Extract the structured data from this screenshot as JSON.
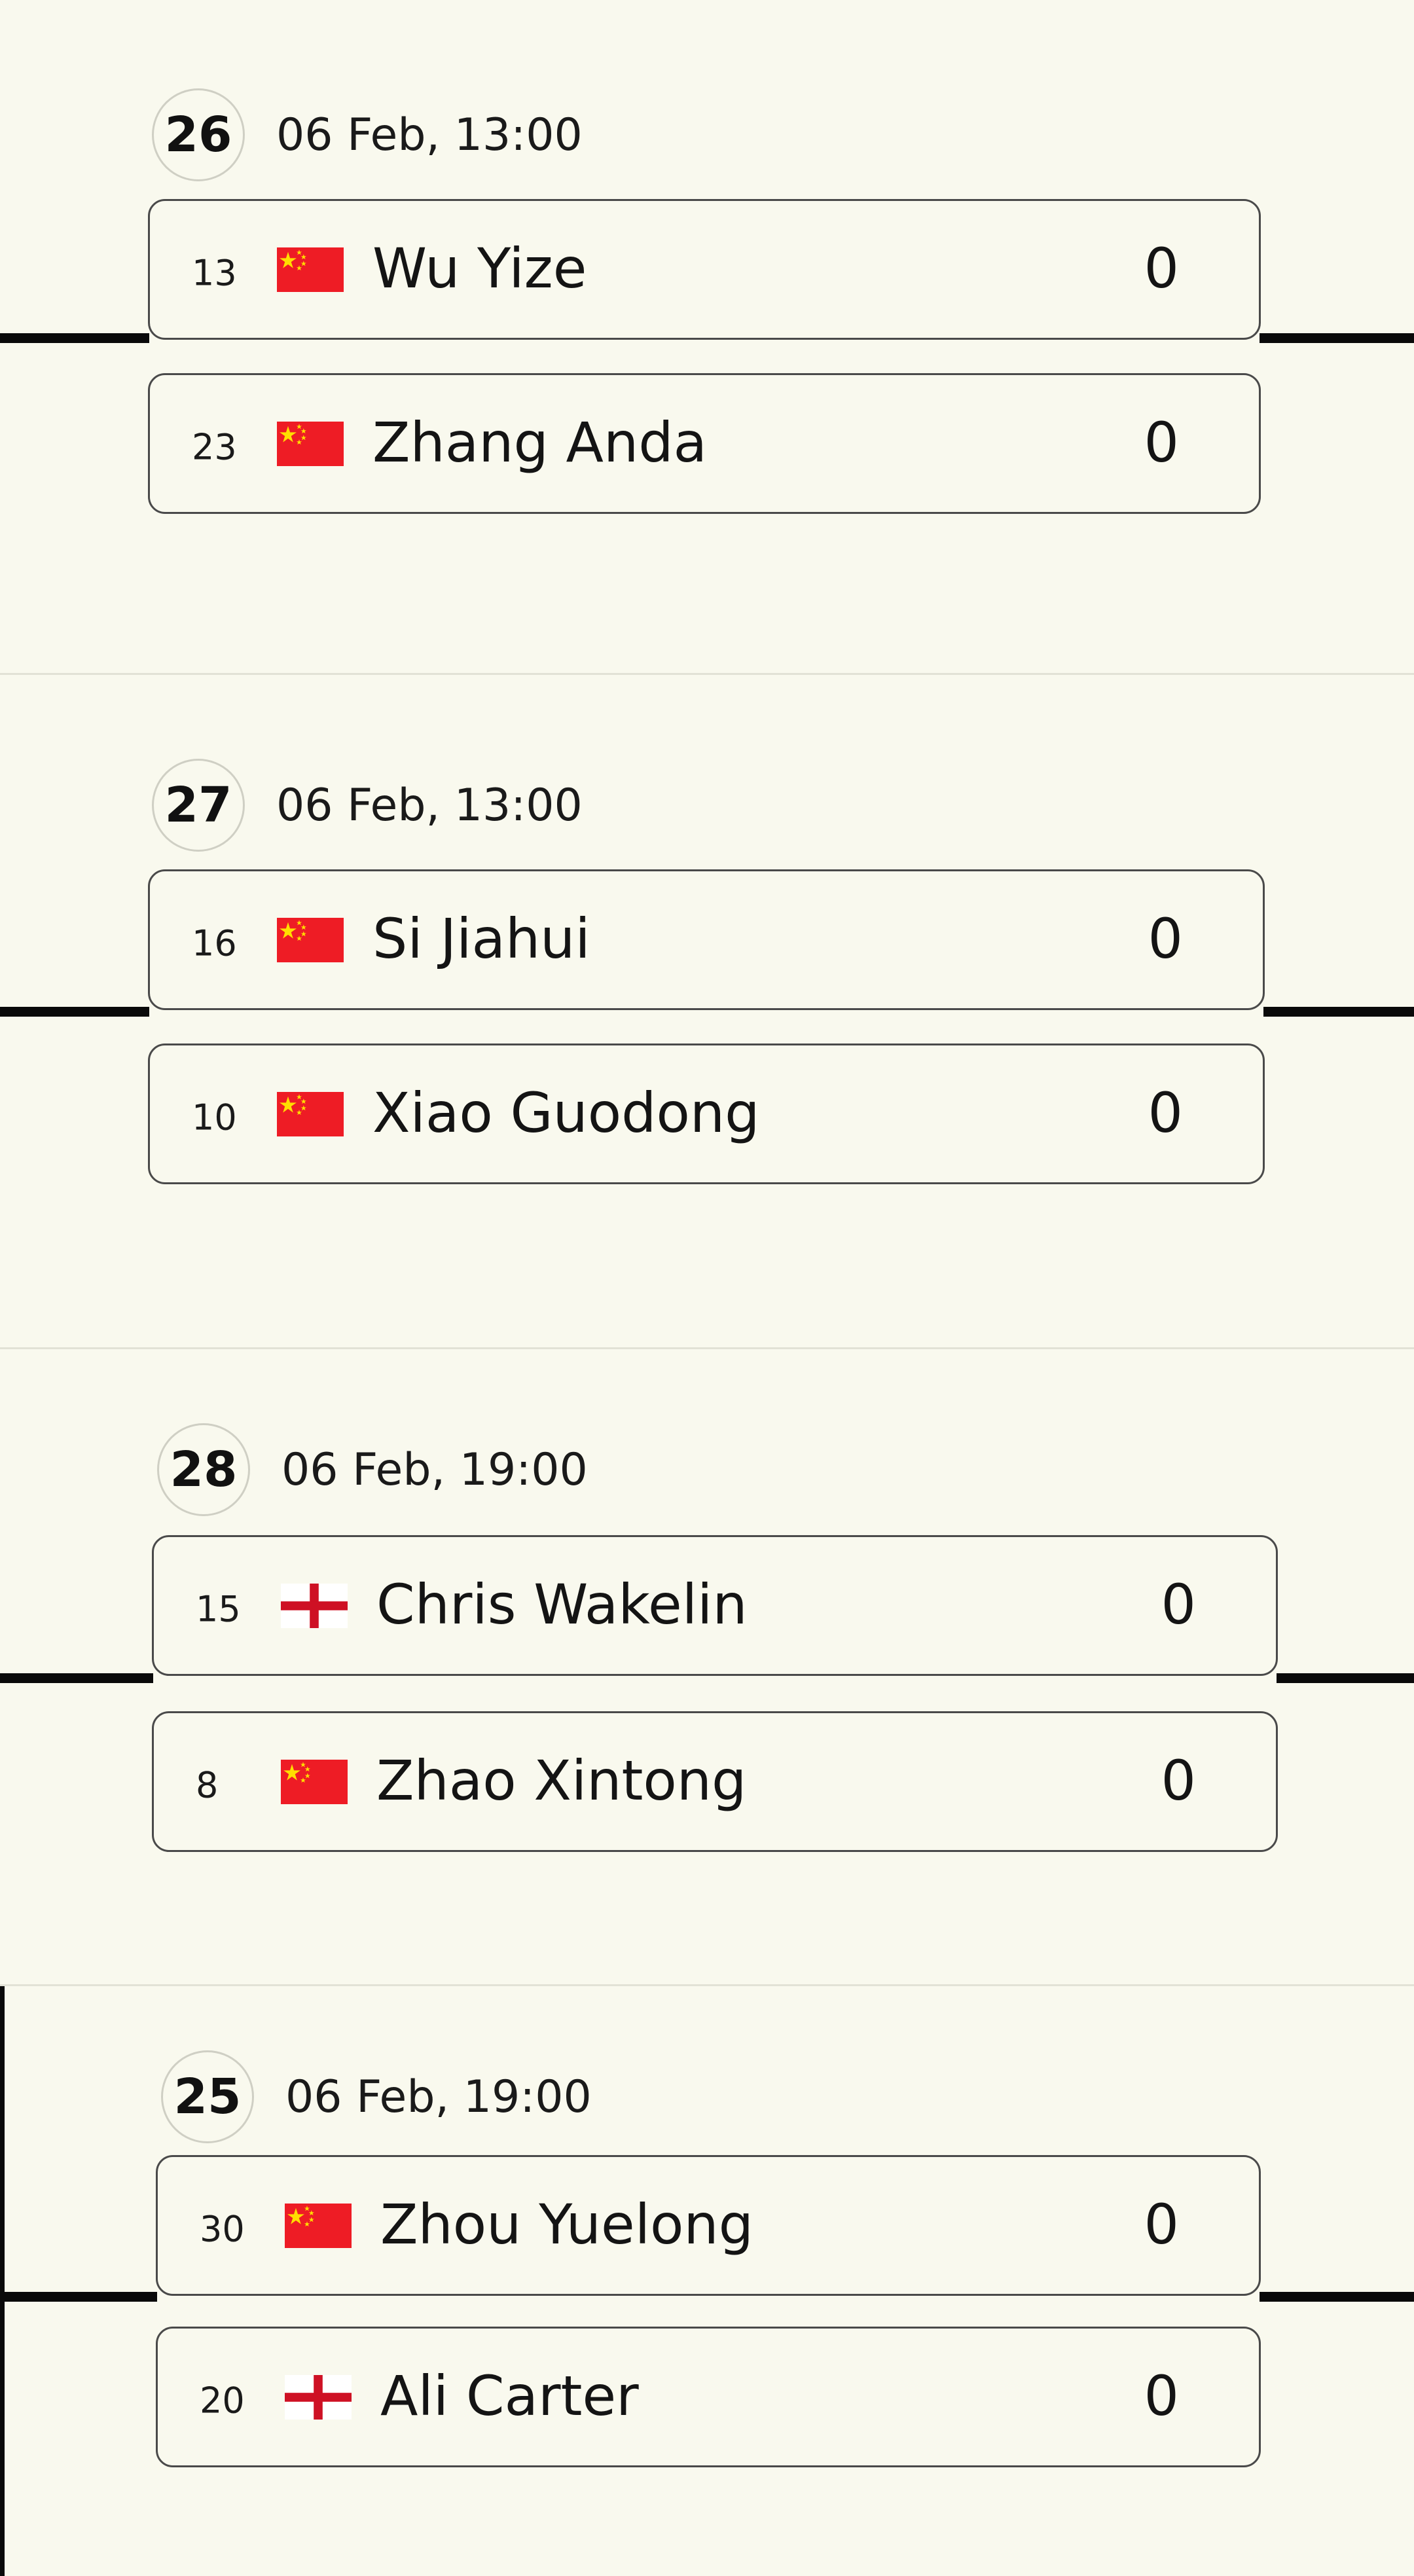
{
  "colors": {
    "background": "#f9f9ee",
    "bracket_line": "#0a0a0a",
    "card_border": "#4a4a4a",
    "china_red": "#ee1c25",
    "china_star": "#ffde00",
    "england_red": "#ce1124",
    "england_white": "#ffffff"
  },
  "matches": [
    {
      "number": "26",
      "time": "06 Feb, 13:00",
      "players": [
        {
          "seed": "13",
          "flag": "china-flag-icon",
          "name": "Wu Yize",
          "score": "0"
        },
        {
          "seed": "23",
          "flag": "china-flag-icon",
          "name": "Zhang Anda",
          "score": "0"
        }
      ]
    },
    {
      "number": "27",
      "time": "06 Feb, 13:00",
      "players": [
        {
          "seed": "16",
          "flag": "china-flag-icon",
          "name": "Si Jiahui",
          "score": "0"
        },
        {
          "seed": "10",
          "flag": "china-flag-icon",
          "name": "Xiao Guodong",
          "score": "0"
        }
      ]
    },
    {
      "number": "28",
      "time": "06 Feb, 19:00",
      "players": [
        {
          "seed": "15",
          "flag": "england-flag-icon",
          "name": "Chris Wakelin",
          "score": "0"
        },
        {
          "seed": "8",
          "flag": "china-flag-icon",
          "name": "Zhao Xintong",
          "score": "0"
        }
      ]
    },
    {
      "number": "25",
      "time": "06 Feb, 19:00",
      "players": [
        {
          "seed": "30",
          "flag": "china-flag-icon",
          "name": "Zhou Yuelong",
          "score": "0"
        },
        {
          "seed": "20",
          "flag": "england-flag-icon",
          "name": "Ali Carter",
          "score": "0"
        }
      ]
    }
  ]
}
